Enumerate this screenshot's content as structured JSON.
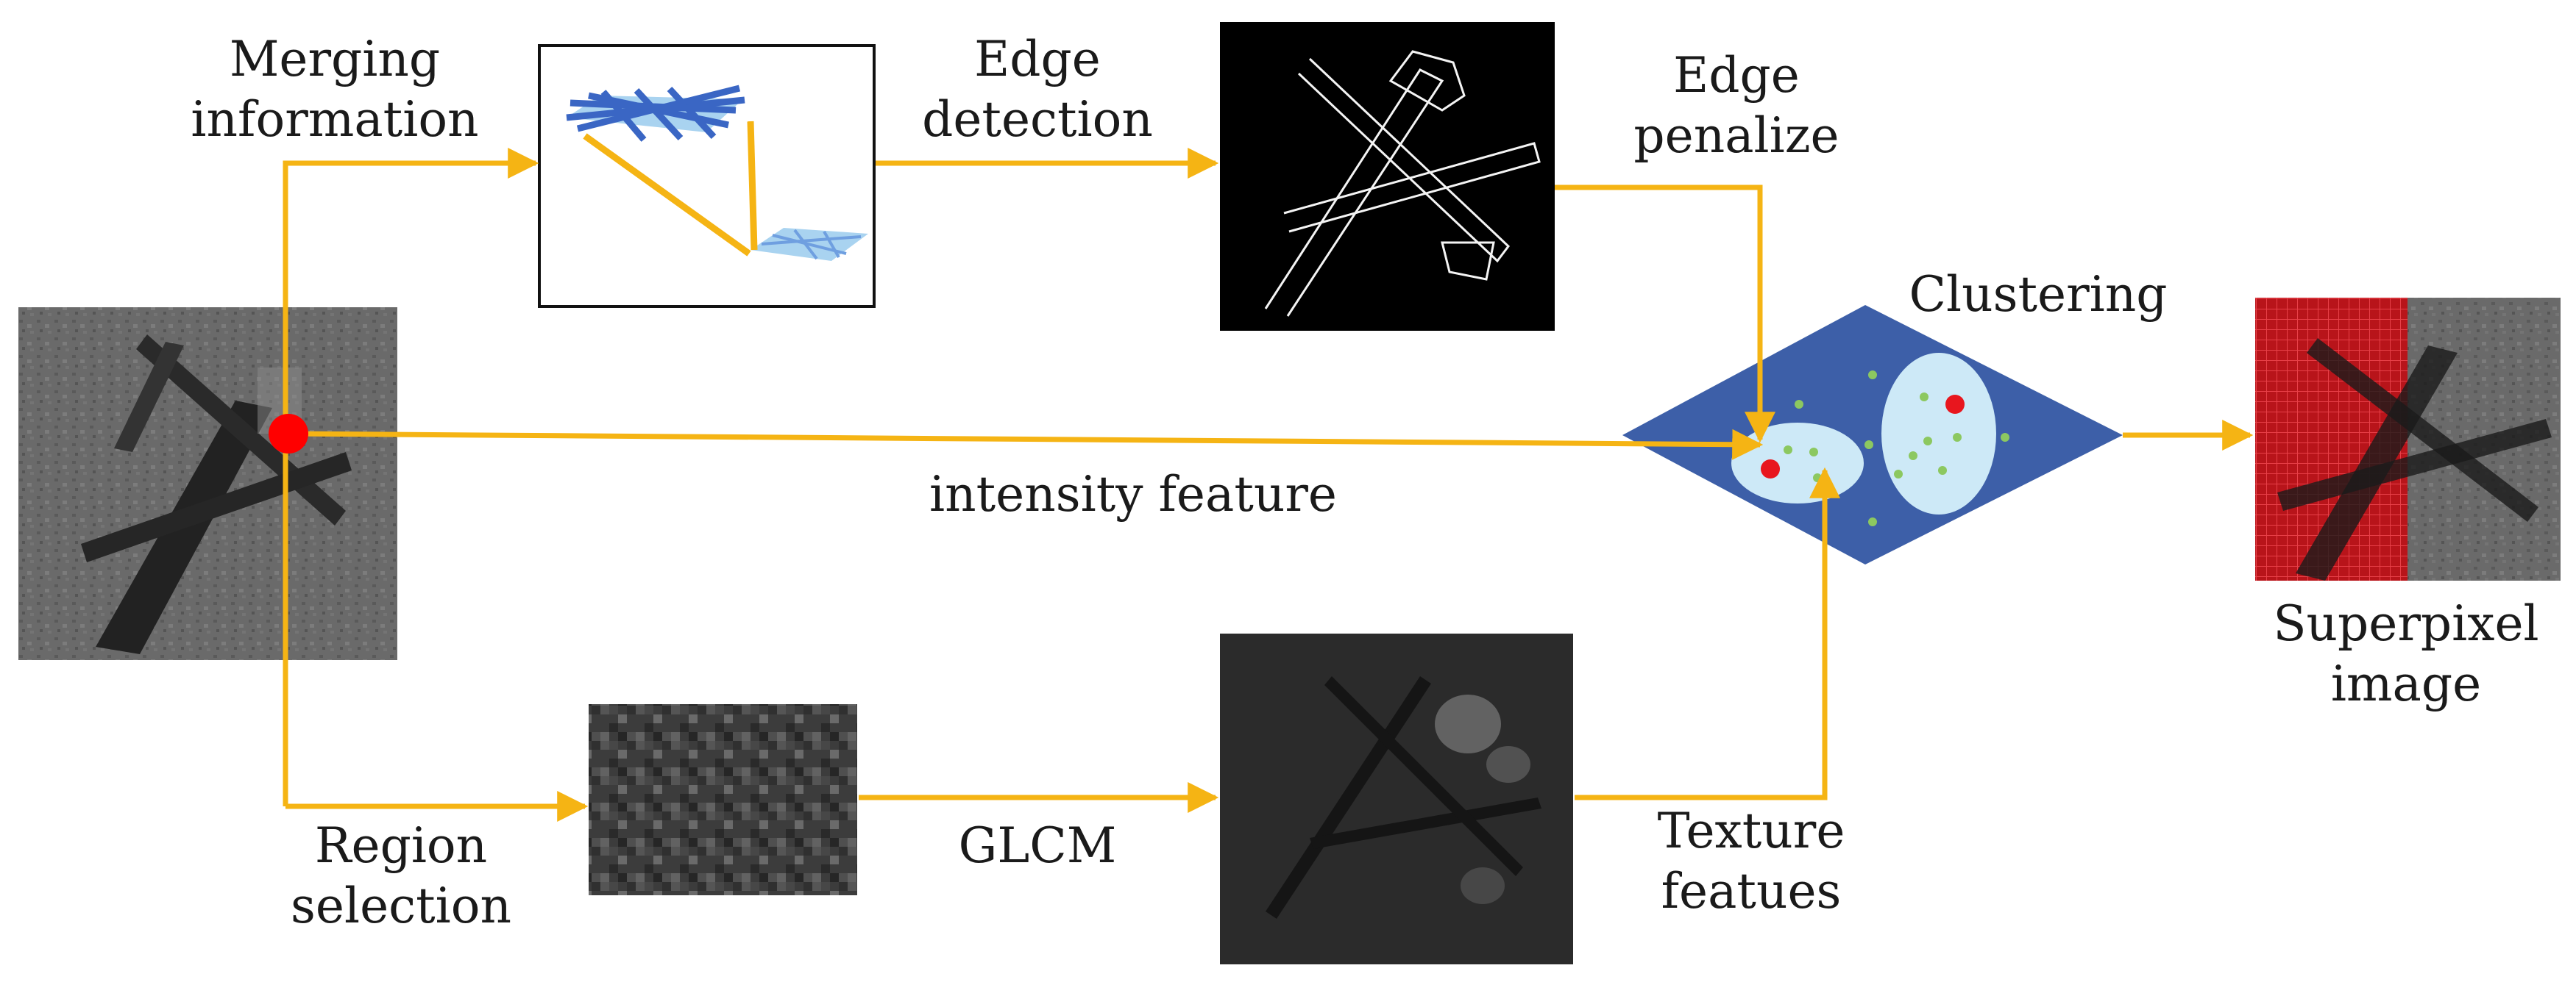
{
  "labels": {
    "merging": [
      "Merging",
      "information"
    ],
    "edge_detection": [
      "Edge",
      "detection"
    ],
    "edge_penalize": [
      "Edge",
      "penalize"
    ],
    "clustering": "Clustering",
    "intensity": "intensity feature",
    "region": [
      "Region",
      "selection"
    ],
    "glcm": "GLCM",
    "texture": [
      "Texture",
      "featues"
    ],
    "superpixel": [
      "Superpixel",
      "image"
    ]
  },
  "colors": {
    "arrow": "#f5b414",
    "diamond": "#3d5fa8",
    "ellipse": "#cde9f7",
    "cluster_point": "#8cc860",
    "centroid": "#e8161e",
    "merge_node": "#ff0000",
    "grid": "#3a66c4",
    "grid_light": "#a9d3f0",
    "superpixel_overlay": "#d0161c"
  }
}
